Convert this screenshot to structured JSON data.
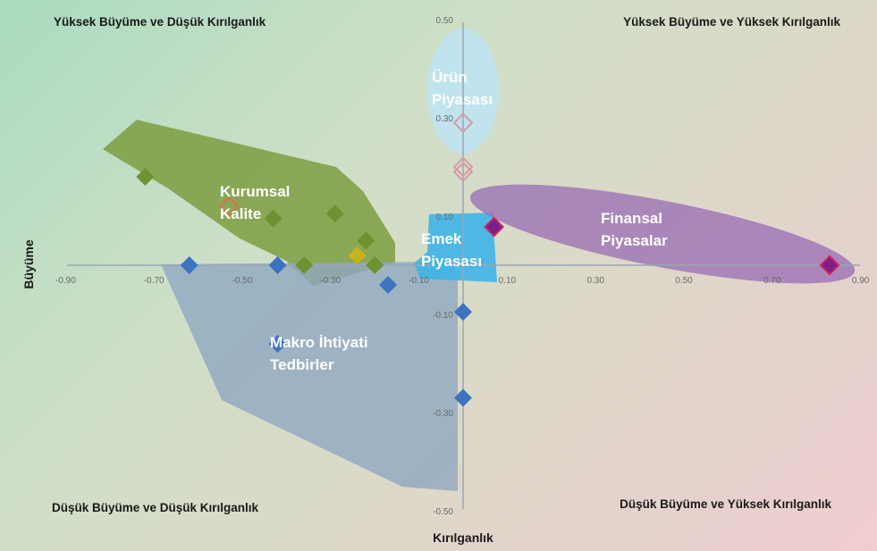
{
  "chart_data": {
    "type": "scatter",
    "xlabel": "Kırılganlık",
    "ylabel": "Büyüme",
    "xlim": [
      -0.9,
      0.9
    ],
    "ylim": [
      -0.5,
      0.5
    ],
    "x_ticks": [
      "-0.90",
      "-0.70",
      "-0.50",
      "-0.30",
      "-0.10",
      "0.10",
      "0.30",
      "0.50",
      "0.70",
      "0.90"
    ],
    "y_ticks": [
      "0.50",
      "0.30",
      "0.10",
      "-0.10",
      "-0.30",
      "-0.50"
    ],
    "quadrants": {
      "top_left": "Yüksek Büyüme ve Düşük Kırılganlık",
      "top_right": "Yüksek Büyüme ve Yüksek Kırılganlık",
      "bottom_left": "Düşük Büyüme ve Düşük Kırılganlık",
      "bottom_right": "Düşük Büyüme ve Yüksek Kırılganlık"
    },
    "groups": [
      {
        "key": "kurumsal",
        "label_lines": [
          "Kurumsal",
          "Kalite"
        ],
        "fill": "#7a9b3c",
        "marker": "#6e9232",
        "points": [
          {
            "x": -0.72,
            "y": 0.18
          },
          {
            "x": -0.43,
            "y": 0.095
          },
          {
            "x": -0.29,
            "y": 0.105
          },
          {
            "x": -0.22,
            "y": 0.05
          },
          {
            "x": -0.24,
            "y": 0.02,
            "color": "#c9b21c"
          },
          {
            "x": -0.36,
            "y": 0.0
          },
          {
            "x": -0.2,
            "y": 0.0
          }
        ],
        "open_points": [
          {
            "x": -0.53,
            "y": 0.12,
            "color": "#d9714a"
          }
        ]
      },
      {
        "key": "makro",
        "label_lines": [
          "Makro İhtiyati",
          "Tedbirler"
        ],
        "fill": "#8fa8c0",
        "marker": "#3d73bf",
        "points": [
          {
            "x": -0.62,
            "y": 0.0
          },
          {
            "x": -0.42,
            "y": 0.0
          },
          {
            "x": -0.17,
            "y": -0.04
          },
          {
            "x": 0.0,
            "y": -0.095
          },
          {
            "x": -0.42,
            "y": -0.16
          },
          {
            "x": 0.0,
            "y": -0.27
          }
        ]
      },
      {
        "key": "emek",
        "label_lines": [
          "Emek",
          "Piyasası"
        ],
        "fill": "#3fb4e8",
        "marker": "#3fb4e8",
        "points": [
          {
            "x": -0.05,
            "y": 0.0
          }
        ]
      },
      {
        "key": "urun",
        "label_lines": [
          "Ürün",
          "Piyasası"
        ],
        "fill": "#bfe3f2",
        "marker": "#d89aa8",
        "points": [],
        "open_points": [
          {
            "x": 0.0,
            "y": 0.29,
            "color": "#d89aa8"
          },
          {
            "x": 0.0,
            "y": 0.2,
            "color": "#d89aa8"
          },
          {
            "x": 0.0,
            "y": 0.19,
            "color": "#d89aa8"
          }
        ]
      },
      {
        "key": "finansal",
        "label_lines": [
          "Finansal",
          "Piyasalar"
        ],
        "fill": "#9c72b5",
        "marker": "#7b1f8c",
        "points": [
          {
            "x": 0.07,
            "y": 0.078
          },
          {
            "x": 0.83,
            "y": 0.0
          }
        ]
      }
    ]
  }
}
